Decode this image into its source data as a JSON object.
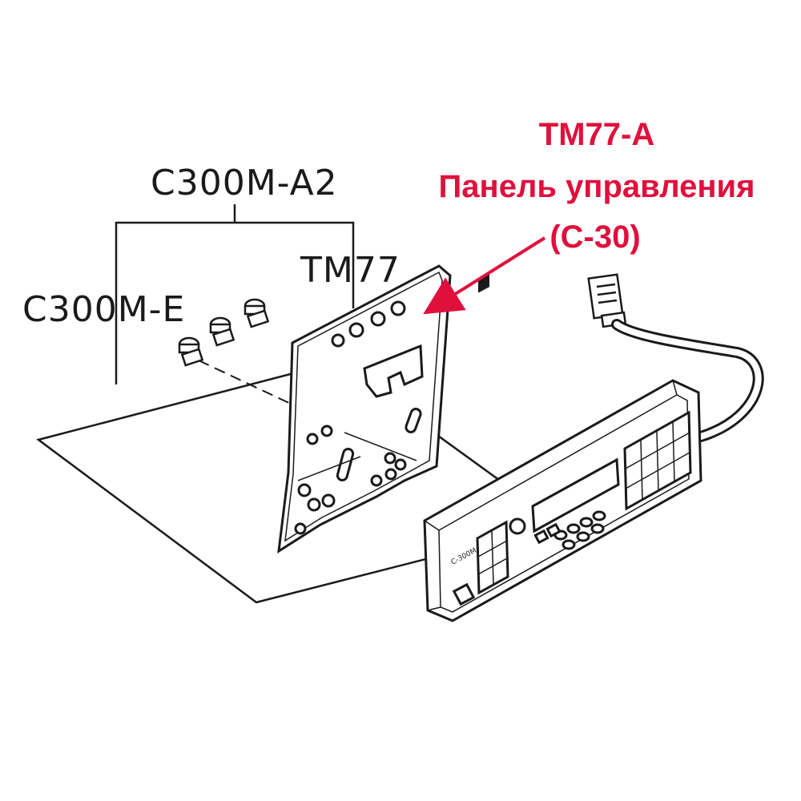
{
  "labels": {
    "assembly": "C300M-A2",
    "plate": "TM77",
    "screws": "C300M-E"
  },
  "callout": {
    "line1": "TM77-A",
    "line2": "Панель управления",
    "line3": "(C-30)",
    "color": "#e0103c"
  },
  "panel": {
    "model_text": "C-300M"
  },
  "colors": {
    "ink": "#1a1a1a",
    "accent": "#e0103c"
  }
}
